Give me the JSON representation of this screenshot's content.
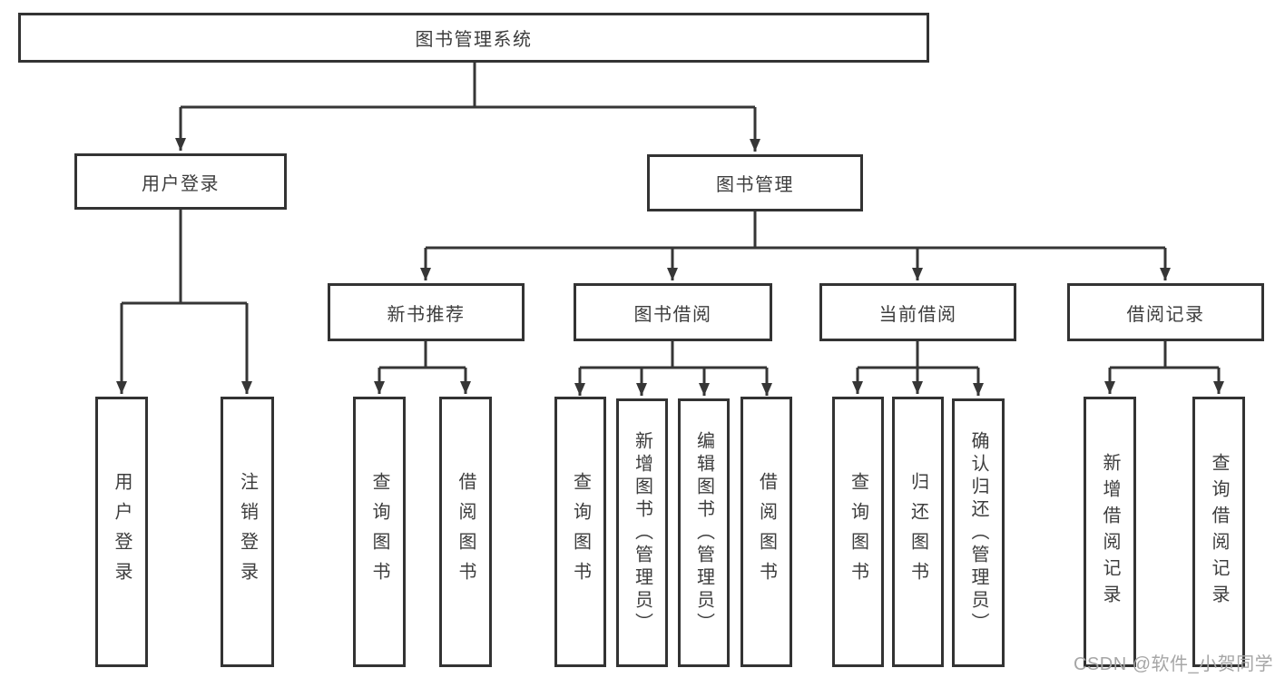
{
  "diagram_title": "图书管理系统",
  "nodes": {
    "root": "图书管理系统",
    "user_login": "用户登录",
    "book_management": "图书管理",
    "new_book_recommend": "新书推荐",
    "book_borrowing": "图书借阅",
    "current_borrowing": "当前借阅",
    "borrowing_records": "借阅记录",
    "leaf_user_login": "用户登录",
    "leaf_logout": "注销登录",
    "leaf_query_books_recommend": "查询图书",
    "leaf_borrow_books_recommend": "借阅图书",
    "leaf_query_books_borrowing": "查询图书",
    "leaf_add_books_admin": "新增图书（管理员）",
    "leaf_edit_books_admin": "编辑图书（管理员）",
    "leaf_borrow_books_borrowing": "借阅图书",
    "leaf_query_books_current": "查询图书",
    "leaf_return_books": "归还图书",
    "leaf_confirm_return_admin": "确认归还（管理员）",
    "leaf_add_borrow_record": "新增借阅记录",
    "leaf_query_borrow_record": "查询借阅记录"
  },
  "hierarchy": {
    "图书管理系统": [
      "用户登录",
      "图书管理"
    ],
    "用户登录": [
      "用户登录",
      "注销登录"
    ],
    "图书管理": [
      "新书推荐",
      "图书借阅",
      "当前借阅",
      "借阅记录"
    ],
    "新书推荐": [
      "查询图书",
      "借阅图书"
    ],
    "图书借阅": [
      "查询图书",
      "新增图书（管理员）",
      "编辑图书（管理员）",
      "借阅图书"
    ],
    "当前借阅": [
      "查询图书",
      "归还图书",
      "确认归还（管理员）"
    ],
    "借阅记录": [
      "新增借阅记录",
      "查询借阅记录"
    ]
  },
  "watermark": "CSDN @软件_小贺同学",
  "colors": {
    "line": "#363636",
    "box_border": "#333333",
    "text": "#3d3d3d",
    "watermark": "#a6a6a6",
    "background": "#ffffff"
  }
}
